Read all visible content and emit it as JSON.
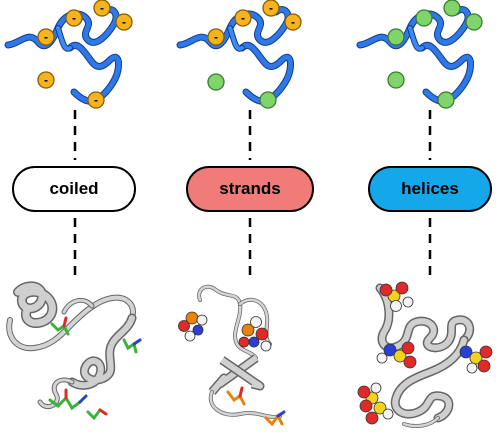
{
  "panels": [
    {
      "label": "coiled",
      "fill": "#ffffff",
      "bead": "#f5b41e"
    },
    {
      "label": "strands",
      "fill": "#f07b78",
      "bead": "#f5b41e"
    },
    {
      "label": "helices",
      "fill": "#14a7ea",
      "bead": "#7fd46c"
    }
  ],
  "charge_symbol": "-",
  "colors": {
    "backbone": "#1a5fd0",
    "backbone_highlight": "#4fa8ff",
    "ribbon": "#c9c9c9",
    "ribbon_outline": "#666666",
    "stick_green": "#3ab33a",
    "stick_orange": "#e8820a",
    "atom_red": "#e02a2a",
    "atom_blue": "#2840d8",
    "atom_yellow": "#f2d21b",
    "atom_white": "#f4f4f4"
  }
}
